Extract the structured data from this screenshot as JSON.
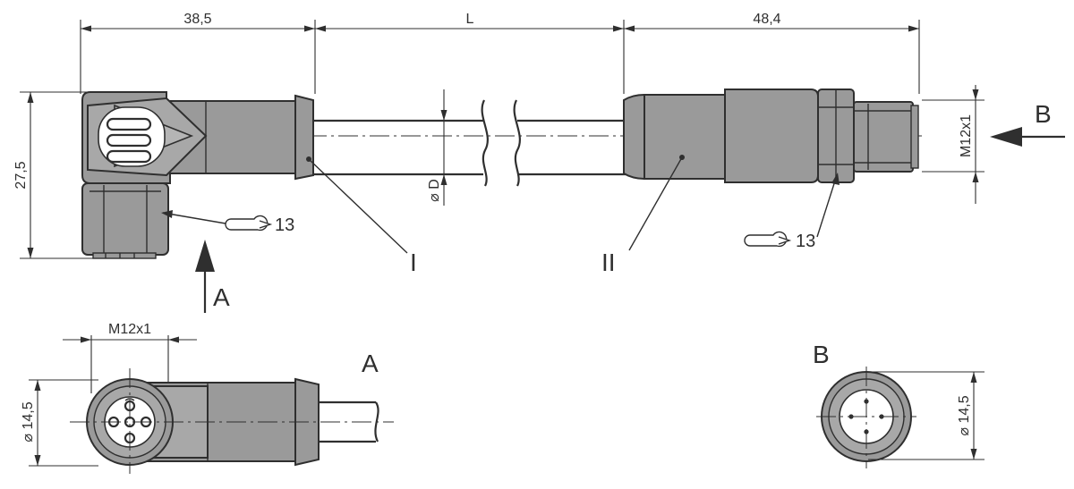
{
  "dimensions": {
    "left_len": "38,5",
    "cable_len": "L",
    "right_len": "48,4",
    "height": "27,5",
    "thread_b": "M12x1",
    "thread_a": "M12x1",
    "cable_dia": "D",
    "dia_a": "14,5",
    "dia_b": "14,5",
    "dia_symbol": "⌀"
  },
  "wrench": {
    "size_left": "13",
    "size_right": "13"
  },
  "labels": {
    "part_one": "I",
    "part_two": "II",
    "view_a_arrow": "A",
    "view_b_arrow": "B",
    "view_a_title": "A",
    "view_b_title": "B"
  },
  "colors": {
    "ink": "#2f2f2f",
    "body_fill": "#9a9a9a"
  }
}
